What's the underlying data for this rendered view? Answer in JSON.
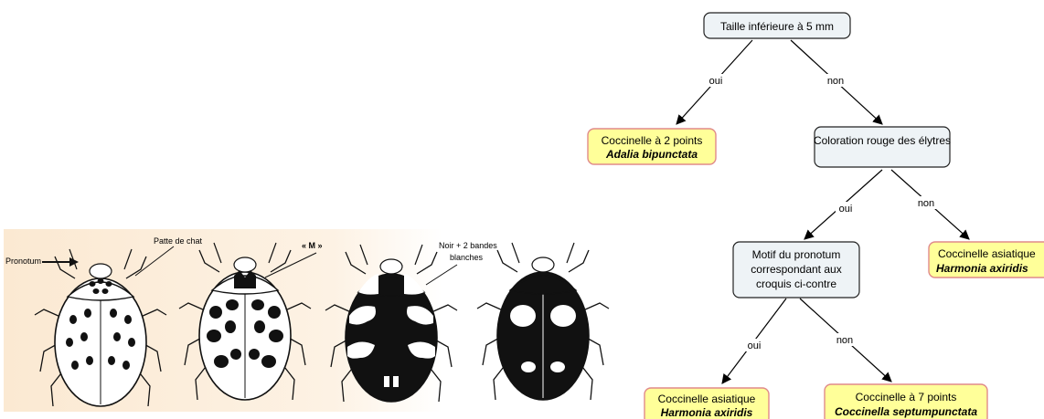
{
  "flowchart": {
    "root": "Taille inférieure à 5 mm",
    "root_yes_edge": "oui",
    "root_no_edge": "non",
    "result_1_name": "Coccinelle à 2 points",
    "result_1_species": "Adalia bipunctata",
    "q2": "Coloration rouge des élytres",
    "q2_yes_edge": "oui",
    "q2_no_edge": "non",
    "result_2_name": "Coccinelle asiatique",
    "result_2_species": "Harmonia axiridis",
    "q3_line1": "Motif du pronotum",
    "q3_line2": "correspondant aux",
    "q3_line3": "croquis ci-contre",
    "q3_yes_edge": "oui",
    "q3_no_edge": "non",
    "result_3_name": "Coccinelle asiatique",
    "result_3_species": "Harmonia axiridis",
    "result_4_name": "Coccinelle à 7 points",
    "result_4_species": "Coccinella septumpunctata"
  },
  "illustration": {
    "label_pronotum": "Pronotum",
    "label_patte_de_chat": "Patte de chat",
    "label_m": "« M »",
    "label_noir_line1": "Noir + 2 bandes",
    "label_noir_line2": "blanches"
  },
  "colors": {
    "question_fill": "#eef3f6",
    "result_fill": "#ffff99",
    "result_border": "#e08a8a",
    "sketch_background": "#fbe9d2"
  }
}
